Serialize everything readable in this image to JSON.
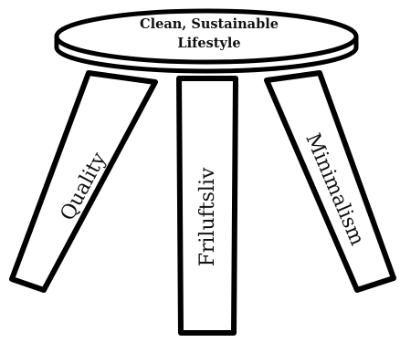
{
  "seat": {
    "line1": "Clean, Sustainable",
    "line2": "Lifestyle"
  },
  "legs": {
    "left": "Quality",
    "center": "Friluftsliv",
    "right": "Minimalism"
  }
}
